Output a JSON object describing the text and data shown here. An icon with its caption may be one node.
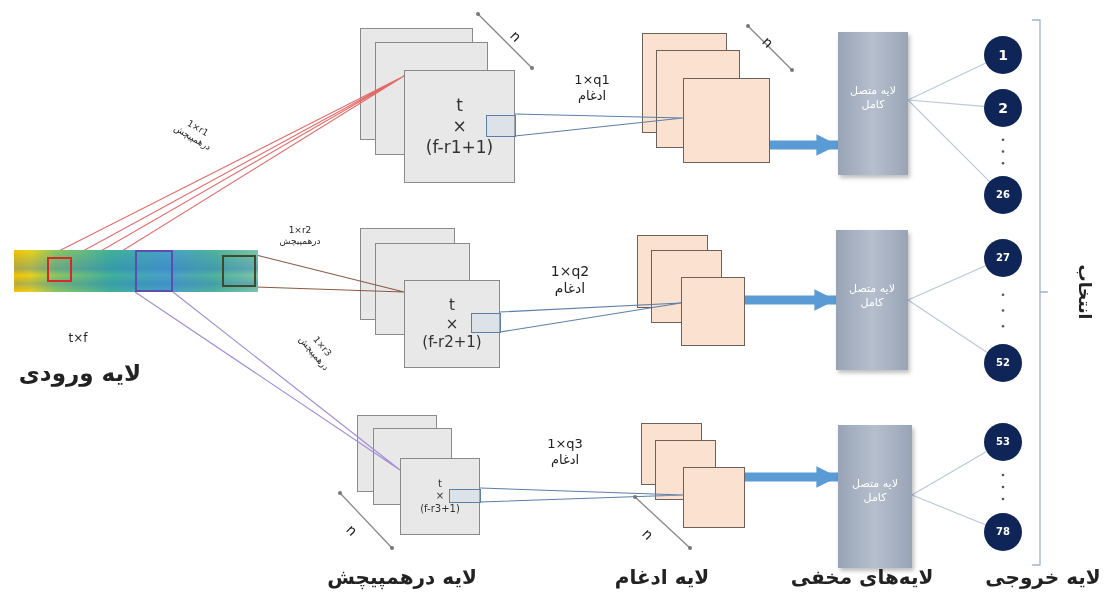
{
  "diagram": {
    "nodes": [
      {
        "text": [],
        "shape": "picture",
        "beside": [
          "t×f"
        ]
      },
      {
        "text": [
          "t × (f-r1+1)"
        ]
      },
      {
        "text": [
          "t × (f-r2+1)"
        ]
      },
      {
        "text": [
          "t × (f-r3+1)"
        ]
      },
      {
        "text": [],
        "shape": "box"
      },
      {
        "text": [],
        "shape": "box"
      },
      {
        "text": [],
        "shape": "box"
      },
      {
        "text": [
          "لایه متصل کامل"
        ]
      },
      {
        "text": [
          "لایه متصل کامل"
        ]
      },
      {
        "text": [
          "لایه متصل کامل"
        ]
      },
      {
        "text": [
          "1"
        ]
      },
      {
        "text": [
          "2"
        ]
      },
      {
        "text": [
          "26"
        ]
      },
      {
        "text": [
          "27"
        ]
      },
      {
        "text": [
          "52"
        ]
      },
      {
        "text": [
          "53"
        ]
      },
      {
        "text": [
          "78"
        ]
      }
    ],
    "edges": [
      {
        "from": 0,
        "to": 1,
        "arrow": "none",
        "label": "1×r1 درهمپیچش",
        "color": "#e46a6a"
      },
      {
        "from": 0,
        "to": 2,
        "arrow": "none",
        "label": "1×r2 درهمپیچش",
        "color": "#8a5a44"
      },
      {
        "from": 0,
        "to": 3,
        "arrow": "none",
        "label": "1×r3 درهمپیچش",
        "color": "#a08cd8"
      },
      {
        "from": 1,
        "to": 4,
        "arrow": "none",
        "label": "1×q1 ادغام",
        "color": "#5b7fa6"
      },
      {
        "from": 2,
        "to": 5,
        "arrow": "none",
        "label": "1×q2 ادغام",
        "color": "#5b7fa6"
      },
      {
        "from": 3,
        "to": 6,
        "arrow": "none",
        "label": "1×q3 ادغام",
        "color": "#5b7fa6"
      },
      {
        "from": 4,
        "to": 7,
        "arrow": "to",
        "style": "thick",
        "color": "#5b9bd5"
      },
      {
        "from": 5,
        "to": 8,
        "arrow": "to",
        "style": "thick",
        "color": "#5b9bd5"
      },
      {
        "from": 6,
        "to": 9,
        "arrow": "to",
        "style": "thick",
        "color": "#5b9bd5"
      },
      {
        "from": 7,
        "to": 10,
        "arrow": "none"
      },
      {
        "from": 7,
        "to": 11,
        "arrow": "none"
      },
      {
        "from": 7,
        "to": 12,
        "arrow": "none"
      },
      {
        "from": 8,
        "to": 13,
        "arrow": "none"
      },
      {
        "from": 8,
        "to": 14,
        "arrow": "none"
      },
      {
        "from": 9,
        "to": 15,
        "arrow": "none"
      },
      {
        "from": 9,
        "to": 16,
        "arrow": "none"
      }
    ],
    "labels": [
      "n",
      "n",
      "انتخاب",
      "لایه ورودی",
      "n",
      "n",
      "لایه درهمپیچش",
      "لایه ادغام",
      "لایه‌های مخفی",
      "لایه خروجی"
    ]
  }
}
